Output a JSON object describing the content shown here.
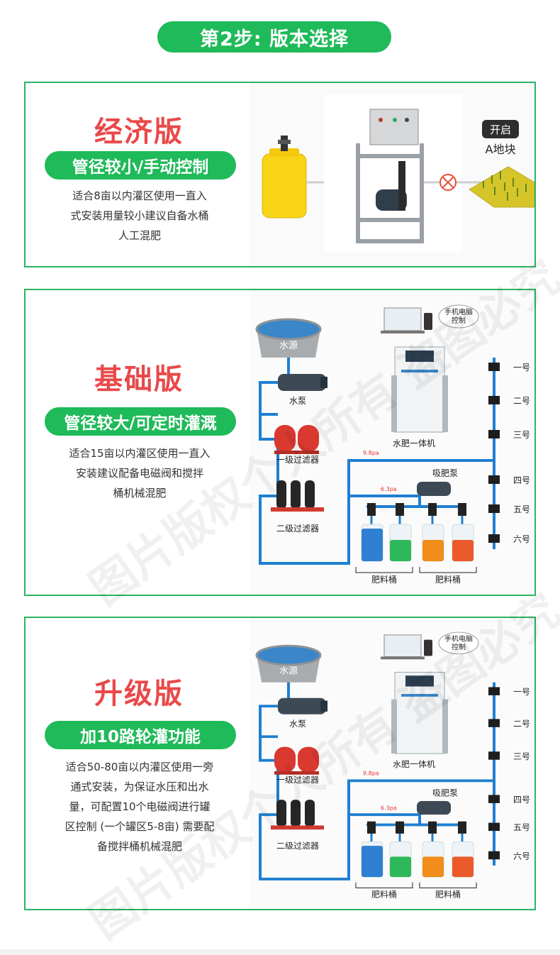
{
  "step_title": "第2步: 版本选择",
  "watermark": "图片版权个人所有 盗图必究",
  "versions": [
    {
      "title": "经济版",
      "pill": "管径较小/手动控制",
      "desc_lines": [
        "适合8亩以内灌区使用一直入",
        "式安装用量较小建议自备水桶",
        "人工混肥"
      ],
      "labels": {
        "open": "开启",
        "field": "A地块"
      }
    },
    {
      "title": "基础版",
      "pill": "管径较大/可定时灌溉",
      "desc_lines": [
        "适合15亩以内灌区使用一直入",
        "安装建议配备电磁阀和搅拌",
        "桶机械混肥"
      ],
      "labels": {
        "water_source": "水源",
        "pump": "水泵",
        "filter1": "一级过滤器",
        "filter2": "二级过滤器",
        "phone_pc": "手机电脑",
        "control": "控制",
        "machine": "水肥一体机",
        "suction_pump": "吸肥泵",
        "bucket_left": "肥料桶",
        "bucket_right": "肥料桶",
        "pressure1": "9.8pa",
        "pressure2": "6.3pa",
        "zones": [
          "一号",
          "二号",
          "三号",
          "四号",
          "五号",
          "六号"
        ]
      }
    },
    {
      "title": "升级版",
      "pill": "加10路轮灌功能",
      "desc_lines": [
        "适合50-80亩以内灌区使用一旁",
        "通式安装，为保证水压和出水",
        "量，可配置10个电磁阀进行罐",
        "区控制 (一个罐区5-8亩) 需要配",
        "备搅拌桶机械混肥"
      ],
      "labels": {
        "water_source": "水源",
        "pump": "水泵",
        "filter1": "一级过滤器",
        "filter2": "二级过滤器",
        "phone_pc": "手机电脑",
        "control": "控制",
        "machine": "水肥一体机",
        "suction_pump": "吸肥泵",
        "bucket_left": "肥料桶",
        "bucket_right": "肥料桶",
        "pressure1": "9.8pa",
        "pressure2": "6.3pa",
        "zones": [
          "一号",
          "二号",
          "三号",
          "四号",
          "五号",
          "六号"
        ]
      }
    }
  ],
  "colors": {
    "green": "#1fba59",
    "border": "#2db463",
    "red_title": "#e9494a",
    "pipe": "#1f7fd1",
    "tank_red": "#d9392f",
    "filter_dark": "#262626",
    "bucket_blue": "#2f7fd2",
    "bucket_green": "#2fb85a",
    "bucket_orange": "#f28c1a",
    "bucket_red": "#ea5a2a",
    "yellow_tank": "#f7d516"
  }
}
